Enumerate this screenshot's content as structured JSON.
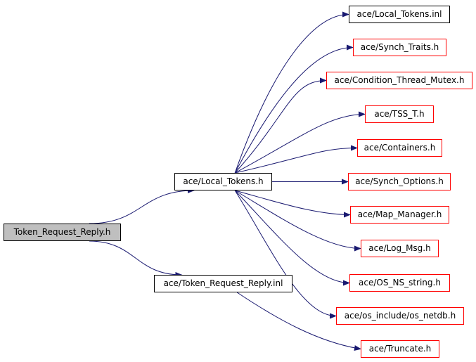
{
  "graph": {
    "nodes": [
      {
        "id": "root",
        "label": "Token_Request_Reply.h",
        "style": "root"
      },
      {
        "id": "local_tokens_h",
        "label": "ace/Local_Tokens.h",
        "style": "black"
      },
      {
        "id": "trr_inl",
        "label": "ace/Token_Request_Reply.inl",
        "style": "black"
      },
      {
        "id": "local_tokens_inl",
        "label": "ace/Local_Tokens.inl",
        "style": "black"
      },
      {
        "id": "synch_traits",
        "label": "ace/Synch_Traits.h",
        "style": "red"
      },
      {
        "id": "cond_thread_mutex",
        "label": "ace/Condition_Thread_Mutex.h",
        "style": "red"
      },
      {
        "id": "tss_t",
        "label": "ace/TSS_T.h",
        "style": "red"
      },
      {
        "id": "containers",
        "label": "ace/Containers.h",
        "style": "red"
      },
      {
        "id": "synch_options",
        "label": "ace/Synch_Options.h",
        "style": "red"
      },
      {
        "id": "map_manager",
        "label": "ace/Map_Manager.h",
        "style": "red"
      },
      {
        "id": "log_msg",
        "label": "ace/Log_Msg.h",
        "style": "red"
      },
      {
        "id": "os_ns_string",
        "label": "ace/OS_NS_string.h",
        "style": "red"
      },
      {
        "id": "os_netdb",
        "label": "ace/os_include/os_netdb.h",
        "style": "red"
      },
      {
        "id": "truncate",
        "label": "ace/Truncate.h",
        "style": "red"
      }
    ],
    "edges": [
      {
        "from": "root",
        "to": "local_tokens_h"
      },
      {
        "from": "root",
        "to": "trr_inl"
      },
      {
        "from": "local_tokens_h",
        "to": "local_tokens_inl"
      },
      {
        "from": "local_tokens_h",
        "to": "synch_traits"
      },
      {
        "from": "local_tokens_h",
        "to": "cond_thread_mutex"
      },
      {
        "from": "local_tokens_h",
        "to": "tss_t"
      },
      {
        "from": "local_tokens_h",
        "to": "containers"
      },
      {
        "from": "local_tokens_h",
        "to": "synch_options"
      },
      {
        "from": "local_tokens_h",
        "to": "map_manager"
      },
      {
        "from": "local_tokens_h",
        "to": "log_msg"
      },
      {
        "from": "local_tokens_h",
        "to": "os_ns_string"
      },
      {
        "from": "local_tokens_h",
        "to": "os_netdb"
      },
      {
        "from": "trr_inl",
        "to": "truncate"
      }
    ],
    "colors": {
      "edge": "#191970",
      "root_fill": "#bfbfbf",
      "border_black": "#000000",
      "border_red": "#ff0000"
    }
  }
}
